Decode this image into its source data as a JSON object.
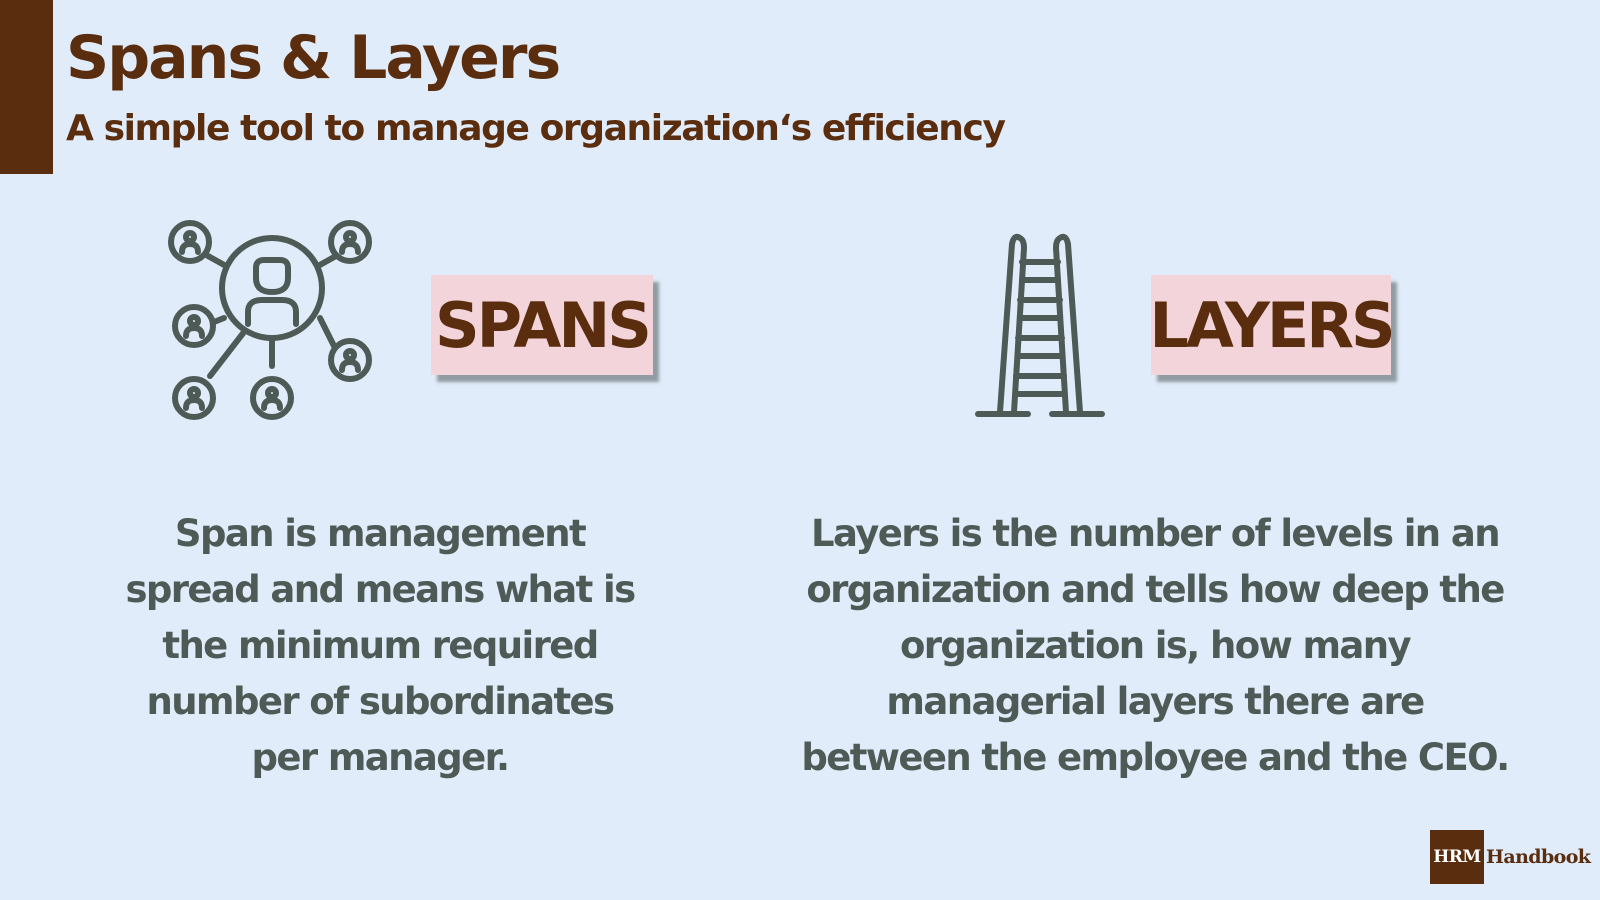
{
  "header": {
    "title": "Spans & Layers",
    "subtitle": "A simple tool to manage organization‘s efficiency"
  },
  "spans": {
    "label": "SPANS",
    "icon": "org-network-icon",
    "description": "Span is management spread and means what is the minimum required number of subordinates per manager."
  },
  "layers": {
    "label": "LAYERS",
    "icon": "ladder-icon",
    "description": "Layers is the number of levels in an organization and tells how deep the organization is, how many managerial layers there are between the employee and the CEO."
  },
  "logo": {
    "mark": "HRM",
    "text": "Handbook"
  },
  "colors": {
    "background": "#e0ecfa",
    "brand_brown": "#5a2d0e",
    "label_pink": "#f2d4da",
    "icon_gray": "#4e5a56"
  }
}
